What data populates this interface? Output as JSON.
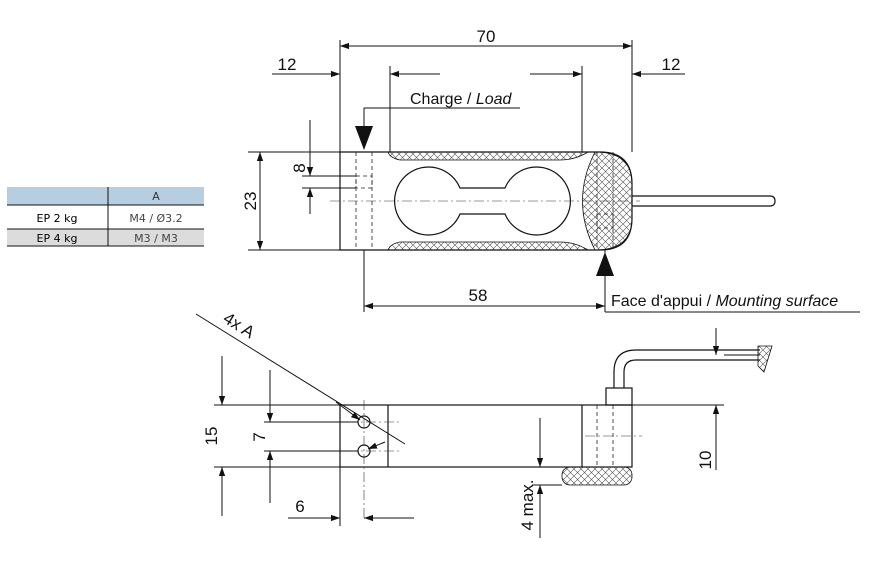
{
  "table": {
    "header": [
      "",
      "A"
    ],
    "rows": [
      [
        "EP 2 kg",
        "M4 / Ø3.2"
      ],
      [
        "EP 4 kg",
        "M3 / M3"
      ]
    ],
    "colors": {
      "header_bg": "#b7cde0",
      "row_alt_bg": "#dcdcdc",
      "grid": "#888888"
    }
  },
  "top_view": {
    "dim_length": "70",
    "dim_left_offset": "12",
    "dim_right_offset": "12",
    "dim_height": "23",
    "dim_slot": "8",
    "dim_support": "58",
    "load_label_fr": "Charge / ",
    "load_label_en": "Load",
    "mount_label_fr": "Face d'appui / ",
    "mount_label_en": "Mounting surface"
  },
  "side_view": {
    "holes_label": "4x A",
    "dim_height": "15",
    "dim_hole_spacing": "7",
    "dim_hole_offset": "6",
    "dim_clearance": "4 max.",
    "dim_cable_height": "10"
  }
}
